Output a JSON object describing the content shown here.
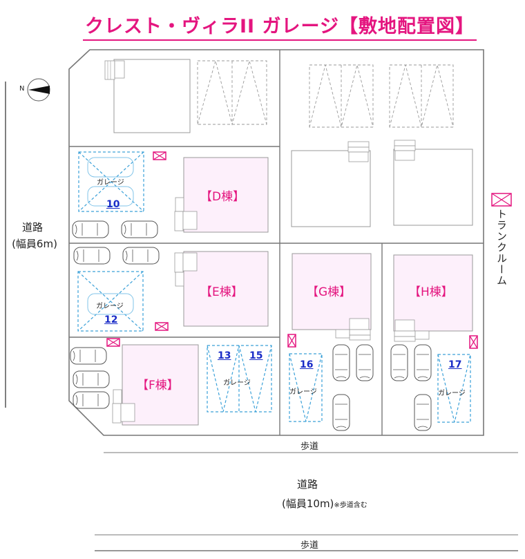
{
  "title": "クレスト・ヴィラII ガレージ【敷地配置図】",
  "colors": {
    "accent": "#e4157f",
    "garage_line": "#3aa0d8",
    "number": "#1a2cc7",
    "building_fill": "#fdf0fb",
    "lot_line": "#777777"
  },
  "compass": {
    "label": "N",
    "icon": "north-arrow-icon"
  },
  "roads": {
    "west": {
      "name": "道路",
      "width": "(幅員6m)"
    },
    "south": {
      "name": "道路",
      "width": "(幅員10m)",
      "note": "※歩道含む"
    },
    "sidewalk_top": "歩道",
    "sidewalk_bottom": "歩道"
  },
  "trunk_room": {
    "label": "トランクルーム",
    "icon": "trunk-room-icon"
  },
  "buildings": [
    {
      "id": "D",
      "label": "【D棟】"
    },
    {
      "id": "E",
      "label": "【E棟】"
    },
    {
      "id": "F",
      "label": "【F棟】"
    },
    {
      "id": "G",
      "label": "【G棟】"
    },
    {
      "id": "H",
      "label": "【H棟】"
    }
  ],
  "garages": [
    {
      "number": "10",
      "label": "ガレージ"
    },
    {
      "number": "12",
      "label": "ガレージ"
    },
    {
      "numbers": [
        "13",
        "15"
      ],
      "label": "ガレージ"
    },
    {
      "number": "16",
      "label": "ガレージ"
    },
    {
      "number": "17",
      "label": "ガレージ"
    }
  ]
}
